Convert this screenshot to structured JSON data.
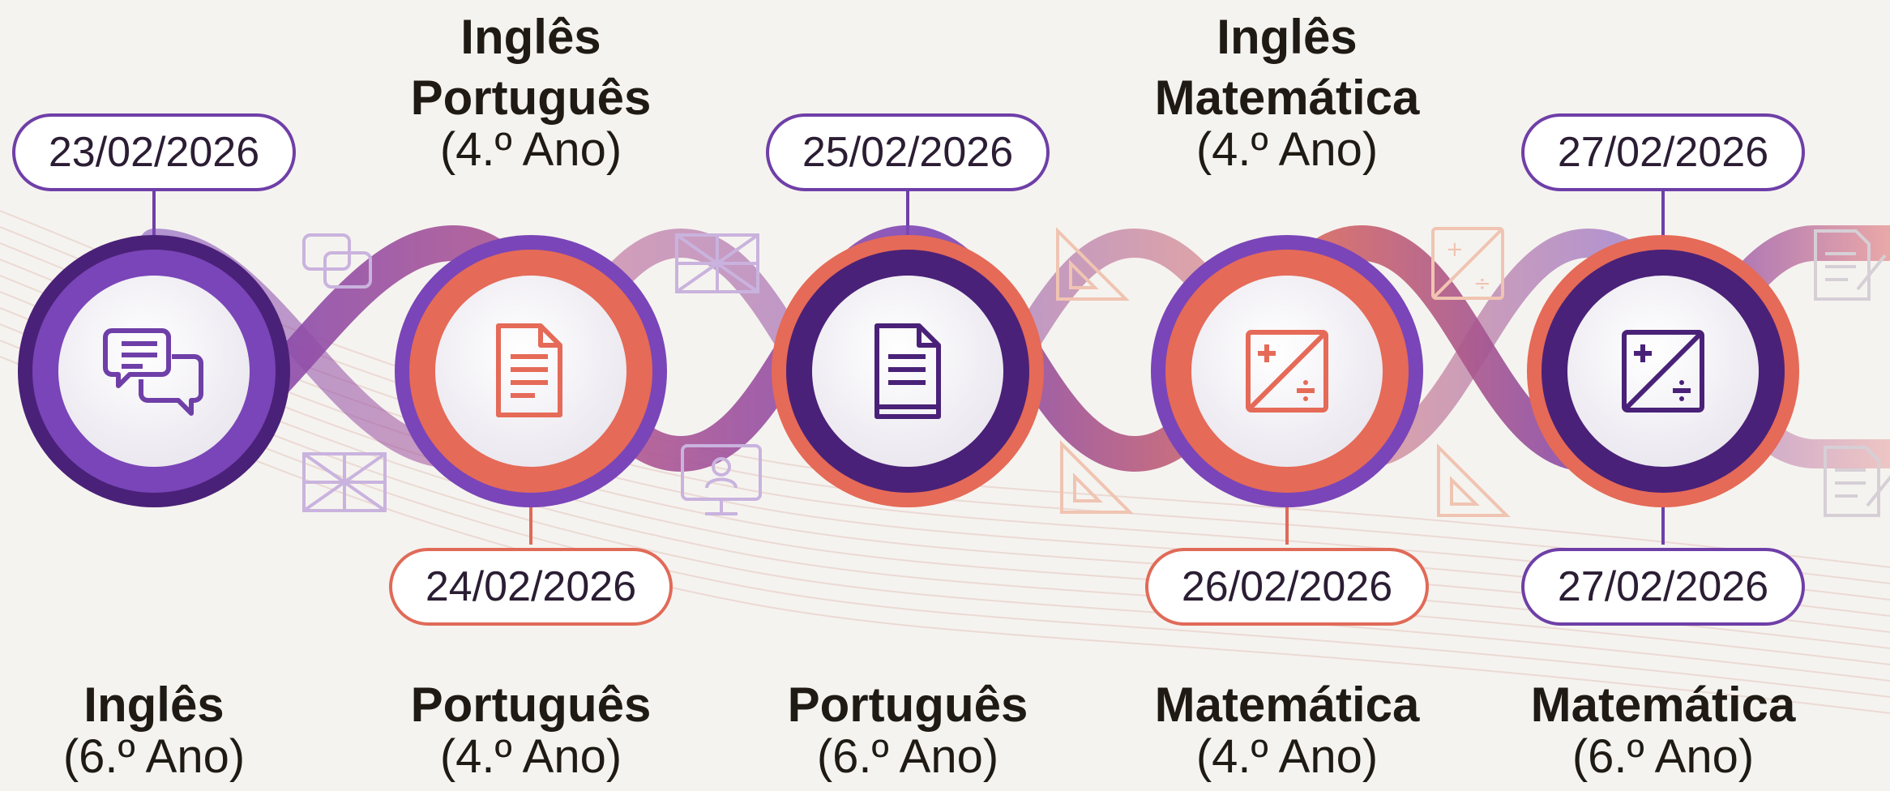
{
  "colors": {
    "purple": "#6f3fa8",
    "purple_dark": "#4a2178",
    "coral": "#e56a57",
    "coral_dark": "#c84a3c",
    "background": "#f5f3ef",
    "text": "#1f1a14"
  },
  "milestones": [
    {
      "date": "23/02/2026",
      "date_position": "top",
      "ring_color": "purple",
      "icon": "chat-bubbles-icon",
      "label": {
        "subject": "Inglês",
        "grade": "(6.º Ano)"
      }
    },
    {
      "date": "24/02/2026",
      "date_position": "bottom",
      "ring_color": "coral",
      "icon": "document-icon",
      "top_label": {
        "prefix": "Inglês",
        "subject": "Português",
        "grade": "(4.º Ano)"
      },
      "label": {
        "subject": "Português",
        "grade": "(4.º Ano)"
      }
    },
    {
      "date": "25/02/2026",
      "date_position": "top",
      "ring_color": "purple",
      "icon": "book-icon",
      "label": {
        "subject": "Português",
        "grade": "(6.º Ano)"
      }
    },
    {
      "date": "26/02/2026",
      "date_position": "bottom",
      "ring_color": "coral",
      "icon": "math-operations-icon",
      "top_label": {
        "prefix": "Inglês",
        "subject": "Matemática",
        "grade": "(4.º Ano)"
      },
      "label": {
        "subject": "Matemática",
        "grade": "(4.º Ano)"
      }
    },
    {
      "date": "27/02/2026",
      "date_top": "27/02/2026",
      "date_position": "both",
      "ring_color": "purple",
      "icon": "math-operations-icon",
      "label": {
        "subject": "Matemática",
        "grade": "(6.º Ano)"
      }
    }
  ],
  "decorations": [
    "speech-bubbles-icon",
    "uk-flag-icon",
    "uk-flag-icon",
    "computer-user-icon",
    "set-square-icon",
    "set-square-icon",
    "math-operations-icon",
    "set-square-icon",
    "document-pencil-icon",
    "document-pencil-icon"
  ]
}
